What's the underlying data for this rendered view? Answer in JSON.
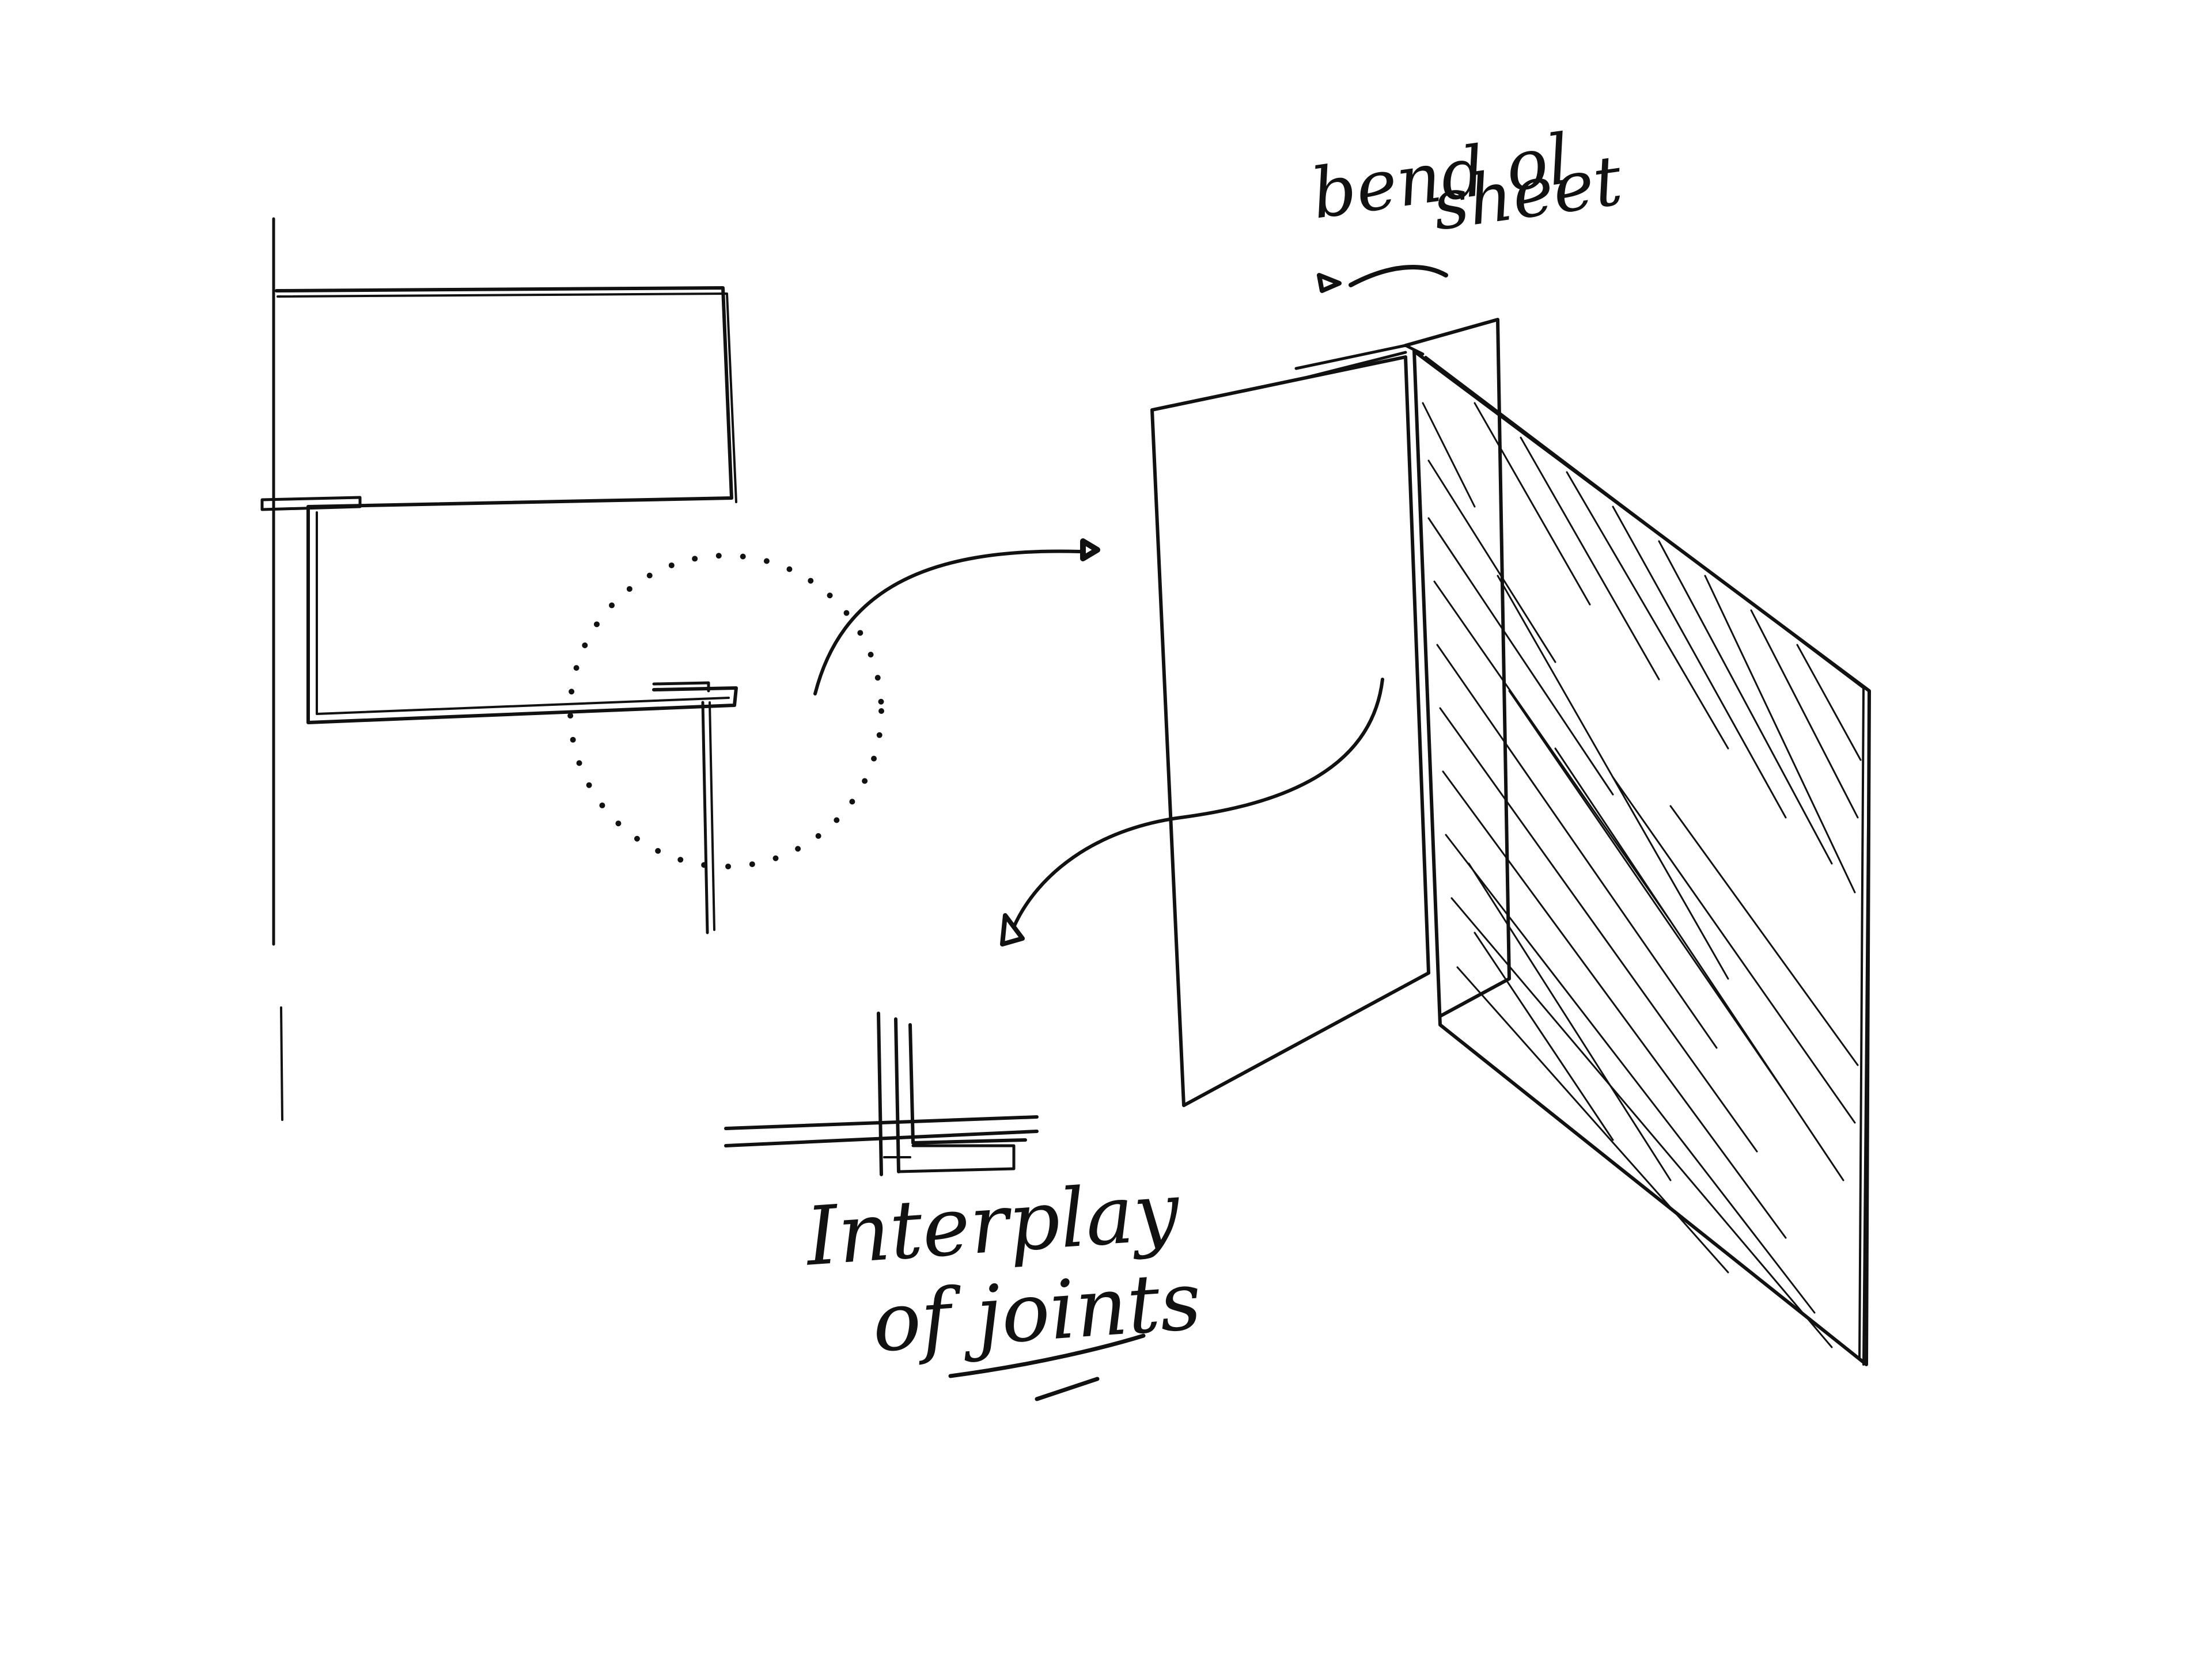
{
  "labels": {
    "bent_sheet_line1": "bend ol",
    "bent_sheet_line2": "sheet",
    "interplay_line1": "Interplay",
    "interplay_line2": "of joints"
  },
  "colors": {
    "ink": "#111111",
    "background": "#ffffff"
  }
}
